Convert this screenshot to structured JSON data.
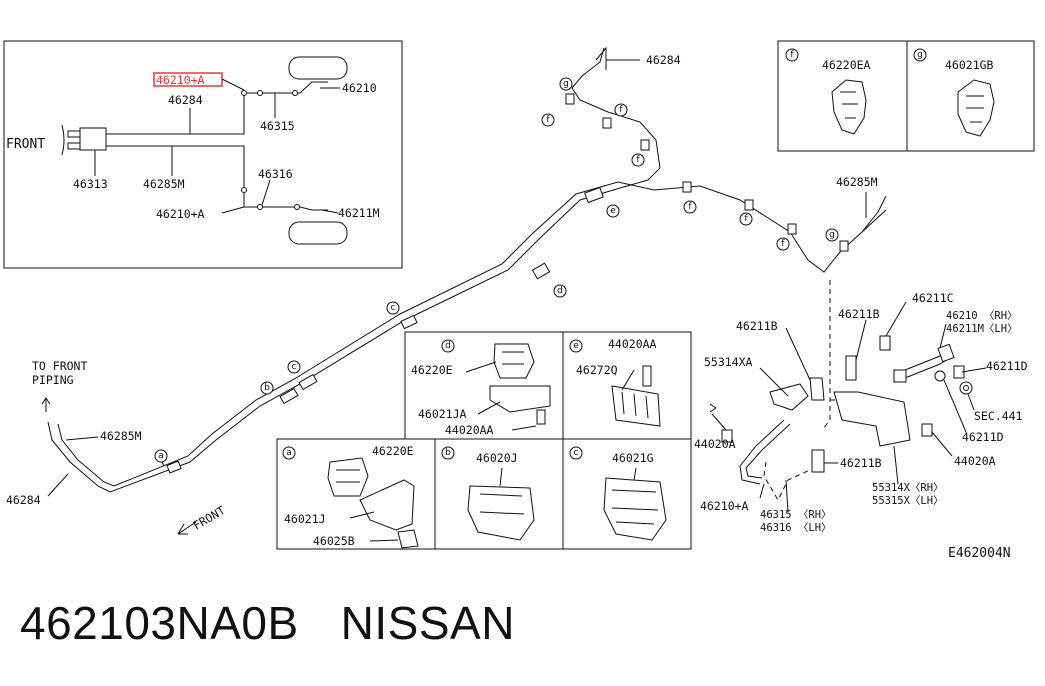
{
  "inset_main": {
    "highlighted_part": "46210+A",
    "label_46284": "46284",
    "label_46210": "46210",
    "label_46315": "46315",
    "front": "FRONT",
    "label_46313": "46313",
    "label_46285M": "46285M",
    "label_46316": "46316",
    "label_46210A": "46210+A",
    "label_46211M": "46211M"
  },
  "inset_fg": {
    "f_letter": "f",
    "f_part": "46220EA",
    "g_letter": "g",
    "g_part": "46021GB"
  },
  "main_diagram": {
    "top_46284": "46284",
    "right_46285M": "46285M",
    "to_front_piping_line1": "TO FRONT",
    "to_front_piping_line2": "PIPING",
    "left_46285M": "46285M",
    "left_46284": "46284",
    "front_arrow": "FRONT",
    "callouts": [
      "a",
      "b",
      "c",
      "d",
      "e",
      "f",
      "f",
      "f",
      "f",
      "f",
      "f",
      "g",
      "g"
    ]
  },
  "detail_d": {
    "letter": "d",
    "p1": "46220E",
    "p2": "46021JA",
    "p3": "44020AA"
  },
  "detail_e": {
    "letter": "e",
    "p1": "44020AA",
    "p2": "46272Q"
  },
  "detail_a": {
    "letter": "a",
    "p1": "46220E",
    "p2": "46021J",
    "p3": "46025B"
  },
  "detail_b": {
    "letter": "b",
    "p1": "46020J"
  },
  "detail_c": {
    "letter": "c",
    "p1": "46021G"
  },
  "right_assembly": {
    "l_46211B_top": "46211B",
    "l_46211B_mid": "46211B",
    "l_46211C": "46211C",
    "l_46210_rh": "46210 〈RH〉",
    "l_46211M_lh": "46211M〈LH〉",
    "l_55314XA": "55314XA",
    "l_46211D_top": "46211D",
    "l_sec441": "SEC.441",
    "l_46211D_bot": "46211D",
    "l_44020A_left": "44020A",
    "l_44020A_right": "44020A",
    "l_46211B_bot": "46211B",
    "l_55314X_rh": "55314X〈RH〉",
    "l_55315X_lh": "55315X〈LH〉",
    "l_46210A": "46210+A",
    "l_46315_rh": "46315 〈RH〉",
    "l_46316_lh": "46316 〈LH〉"
  },
  "diagram_code": "E462004N",
  "footer": {
    "part_number": "462103NA0B",
    "brand": "NISSAN"
  }
}
